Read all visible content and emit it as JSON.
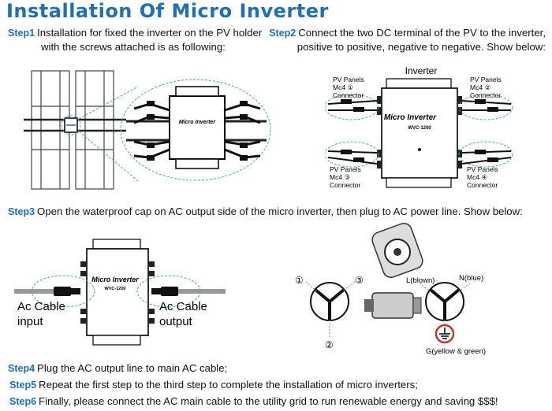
{
  "title": "Installation Of Micro Inverter",
  "steps": [
    {
      "label": "Step1",
      "line1": "Installation for fixed the inverter on the PV holder",
      "line2": "with the screws attached is as following:"
    },
    {
      "label": "Step2",
      "line1": "Connect the two DC terminal of the PV to the inverter,",
      "line2": "positive to positive, negative to negative. Show below:"
    },
    {
      "label": "Step3",
      "line1": "Open the waterproof cap on AC output side of the micro inverter, then plug to AC power line. Show below:"
    },
    {
      "label": "Step4",
      "line1": "Plug the AC output line to main AC cable;"
    },
    {
      "label": "Step5",
      "line1": "Repeat the first step to the third step to complete the installation of micro inverters;"
    },
    {
      "label": "Step6",
      "line1": "Finally, please connect the AC main cable to the utility grid  to run renewable energy and saving $$$!"
    }
  ],
  "fig1": {
    "device_label": "Micro Inverter"
  },
  "fig2": {
    "header": "Inverter",
    "device_name": "Micro Inverter",
    "model": "WVC-1200",
    "connectors": [
      {
        "l1": "PV Panels",
        "l2": "Mc4",
        "l3": "Connector",
        "num": "①"
      },
      {
        "l1": "PV Panels",
        "l2": "Mc4",
        "l3": "Connector",
        "num": "②"
      },
      {
        "l1": "PV Panels",
        "l2": "Mc4",
        "l3": "Connector",
        "num": "③"
      },
      {
        "l1": "PV Panels",
        "l2": "Mc4",
        "l3": "Connector",
        "num": "④"
      }
    ]
  },
  "fig3": {
    "device_name": "Micro Inverter",
    "model": "WVC-1200",
    "left_label": [
      "Ac  Cable",
      "input"
    ],
    "right_label": [
      "Ac  Cable",
      "output"
    ]
  },
  "fig4": {
    "pins": [
      "①",
      "②",
      "③"
    ],
    "l_label": "L(blown)",
    "n_label": "N(blue)",
    "g_label": "G(yellow & green)"
  }
}
